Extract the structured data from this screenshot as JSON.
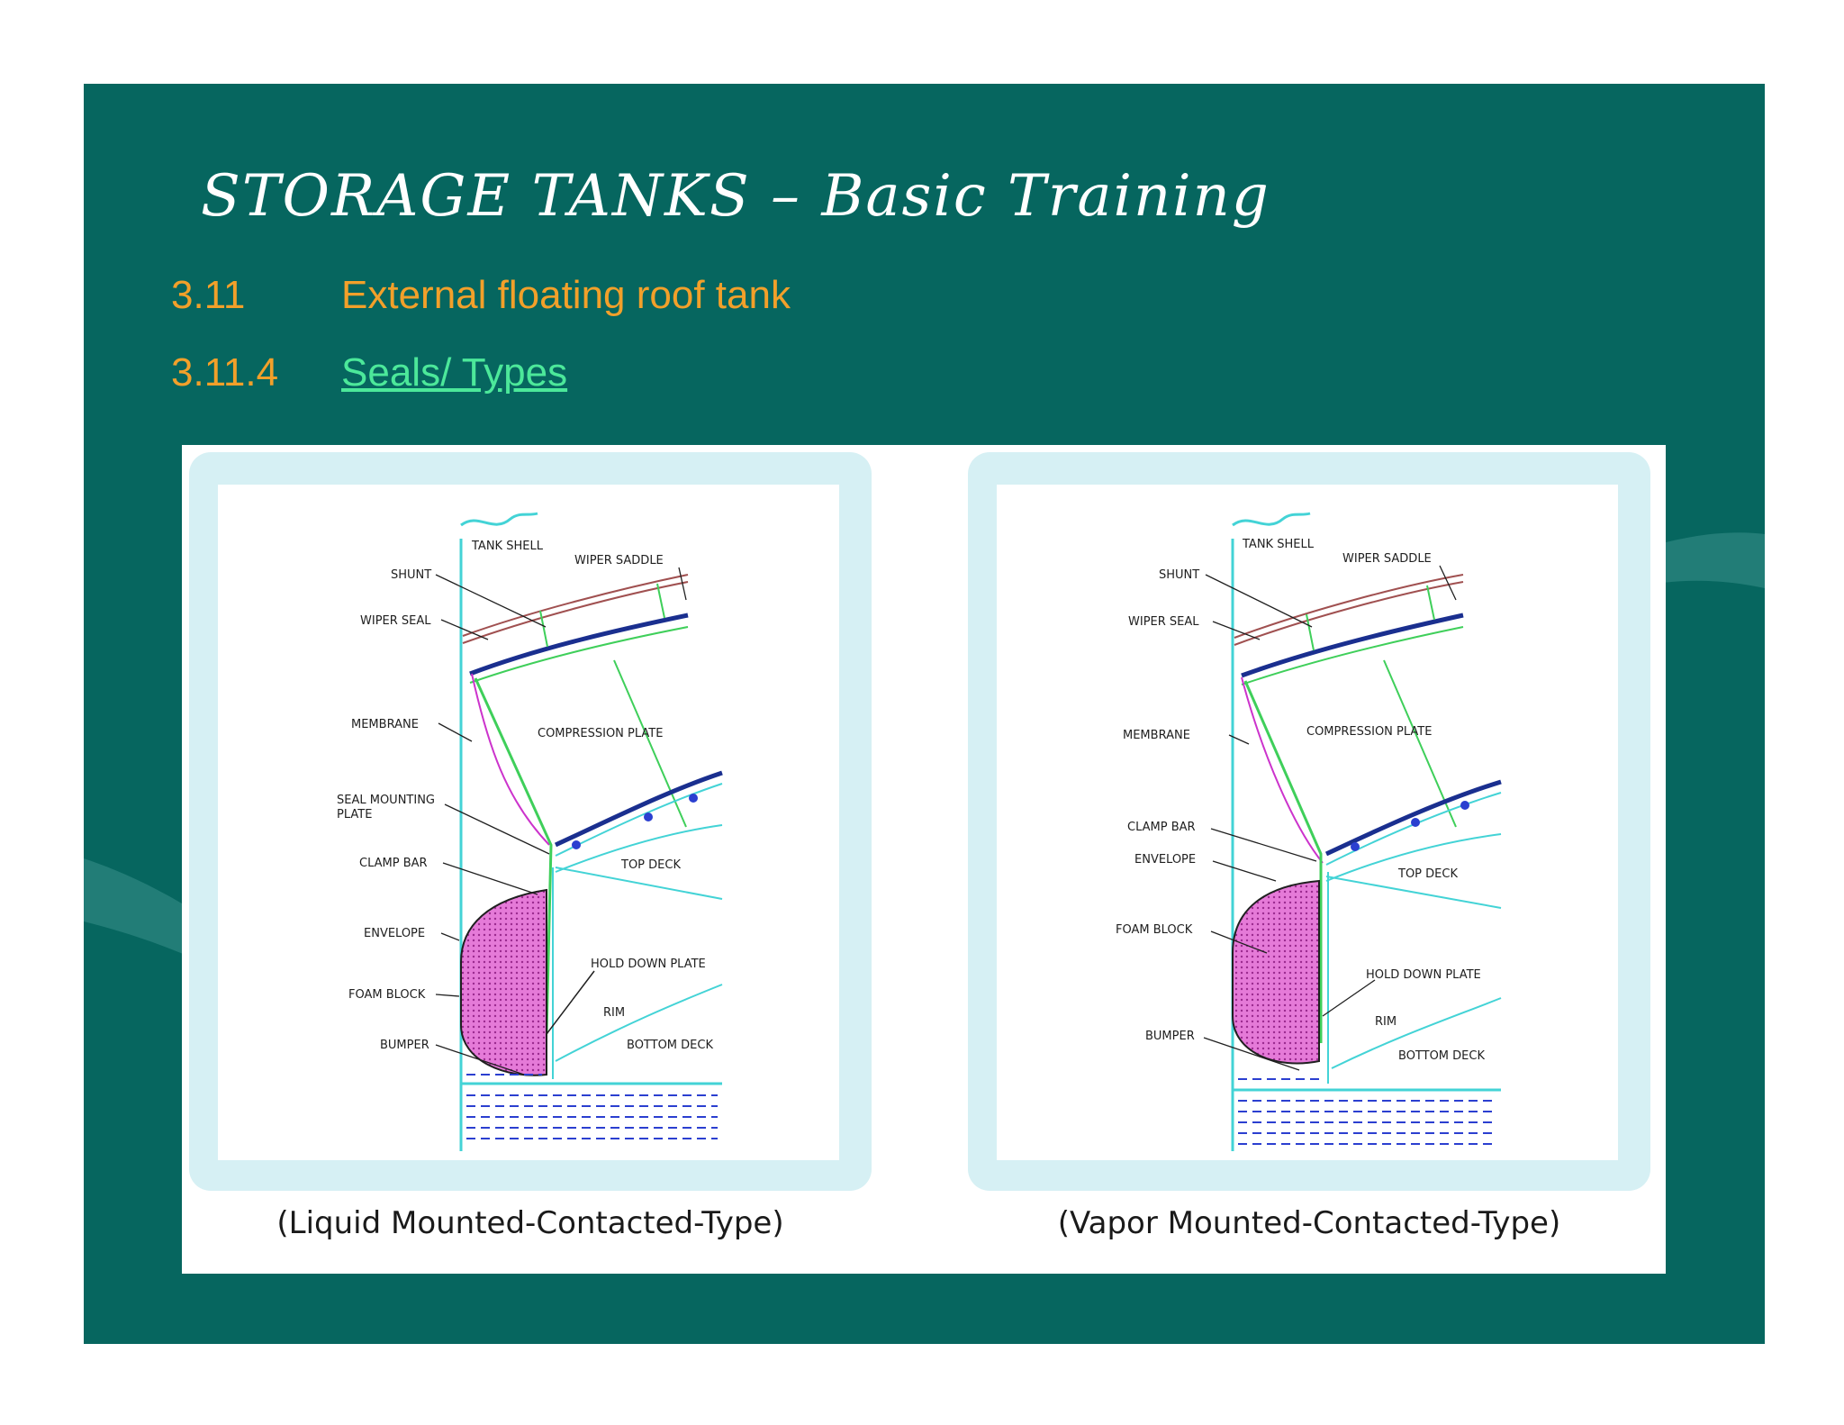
{
  "slide": {
    "title": "STORAGE TANKS – Basic Training",
    "sections": [
      {
        "number": "3.11",
        "text": "External floating roof tank"
      },
      {
        "number": "3.11.4",
        "text": "Seals/ Types"
      }
    ]
  },
  "figure": {
    "left": {
      "caption": "(Liquid Mounted-Contacted-Type)",
      "labels": {
        "tank_shell": "TANK SHELL",
        "wiper_saddle": "WIPER SADDLE",
        "shunt": "SHUNT",
        "wiper_seal": "WIPER SEAL",
        "membrane": "MEMBRANE",
        "compression_plate": "COMPRESSION PLATE",
        "seal_mounting_1": "SEAL MOUNTING",
        "seal_mounting_2": "PLATE",
        "clamp_bar": "CLAMP BAR",
        "top_deck": "TOP DECK",
        "envelope": "ENVELOPE",
        "hold_down_plate": "HOLD DOWN PLATE",
        "foam_block": "FOAM BLOCK",
        "rim": "RIM",
        "bottom_deck": "BOTTOM DECK",
        "bumper": "BUMPER"
      }
    },
    "right": {
      "caption": "(Vapor Mounted-Contacted-Type)",
      "labels": {
        "tank_shell": "TANK SHELL",
        "wiper_saddle": "WIPER SADDLE",
        "shunt": "SHUNT",
        "wiper_seal": "WIPER SEAL",
        "membrane": "MEMBRANE",
        "compression_plate": "COMPRESSION PLATE",
        "clamp_bar": "CLAMP BAR",
        "envelope": "ENVELOPE",
        "top_deck": "TOP DECK",
        "foam_block": "FOAM BLOCK",
        "hold_down_plate": "HOLD DOWN PLATE",
        "rim": "RIM",
        "bumper": "BUMPER",
        "bottom_deck": "BOTTOM DECK"
      }
    }
  }
}
